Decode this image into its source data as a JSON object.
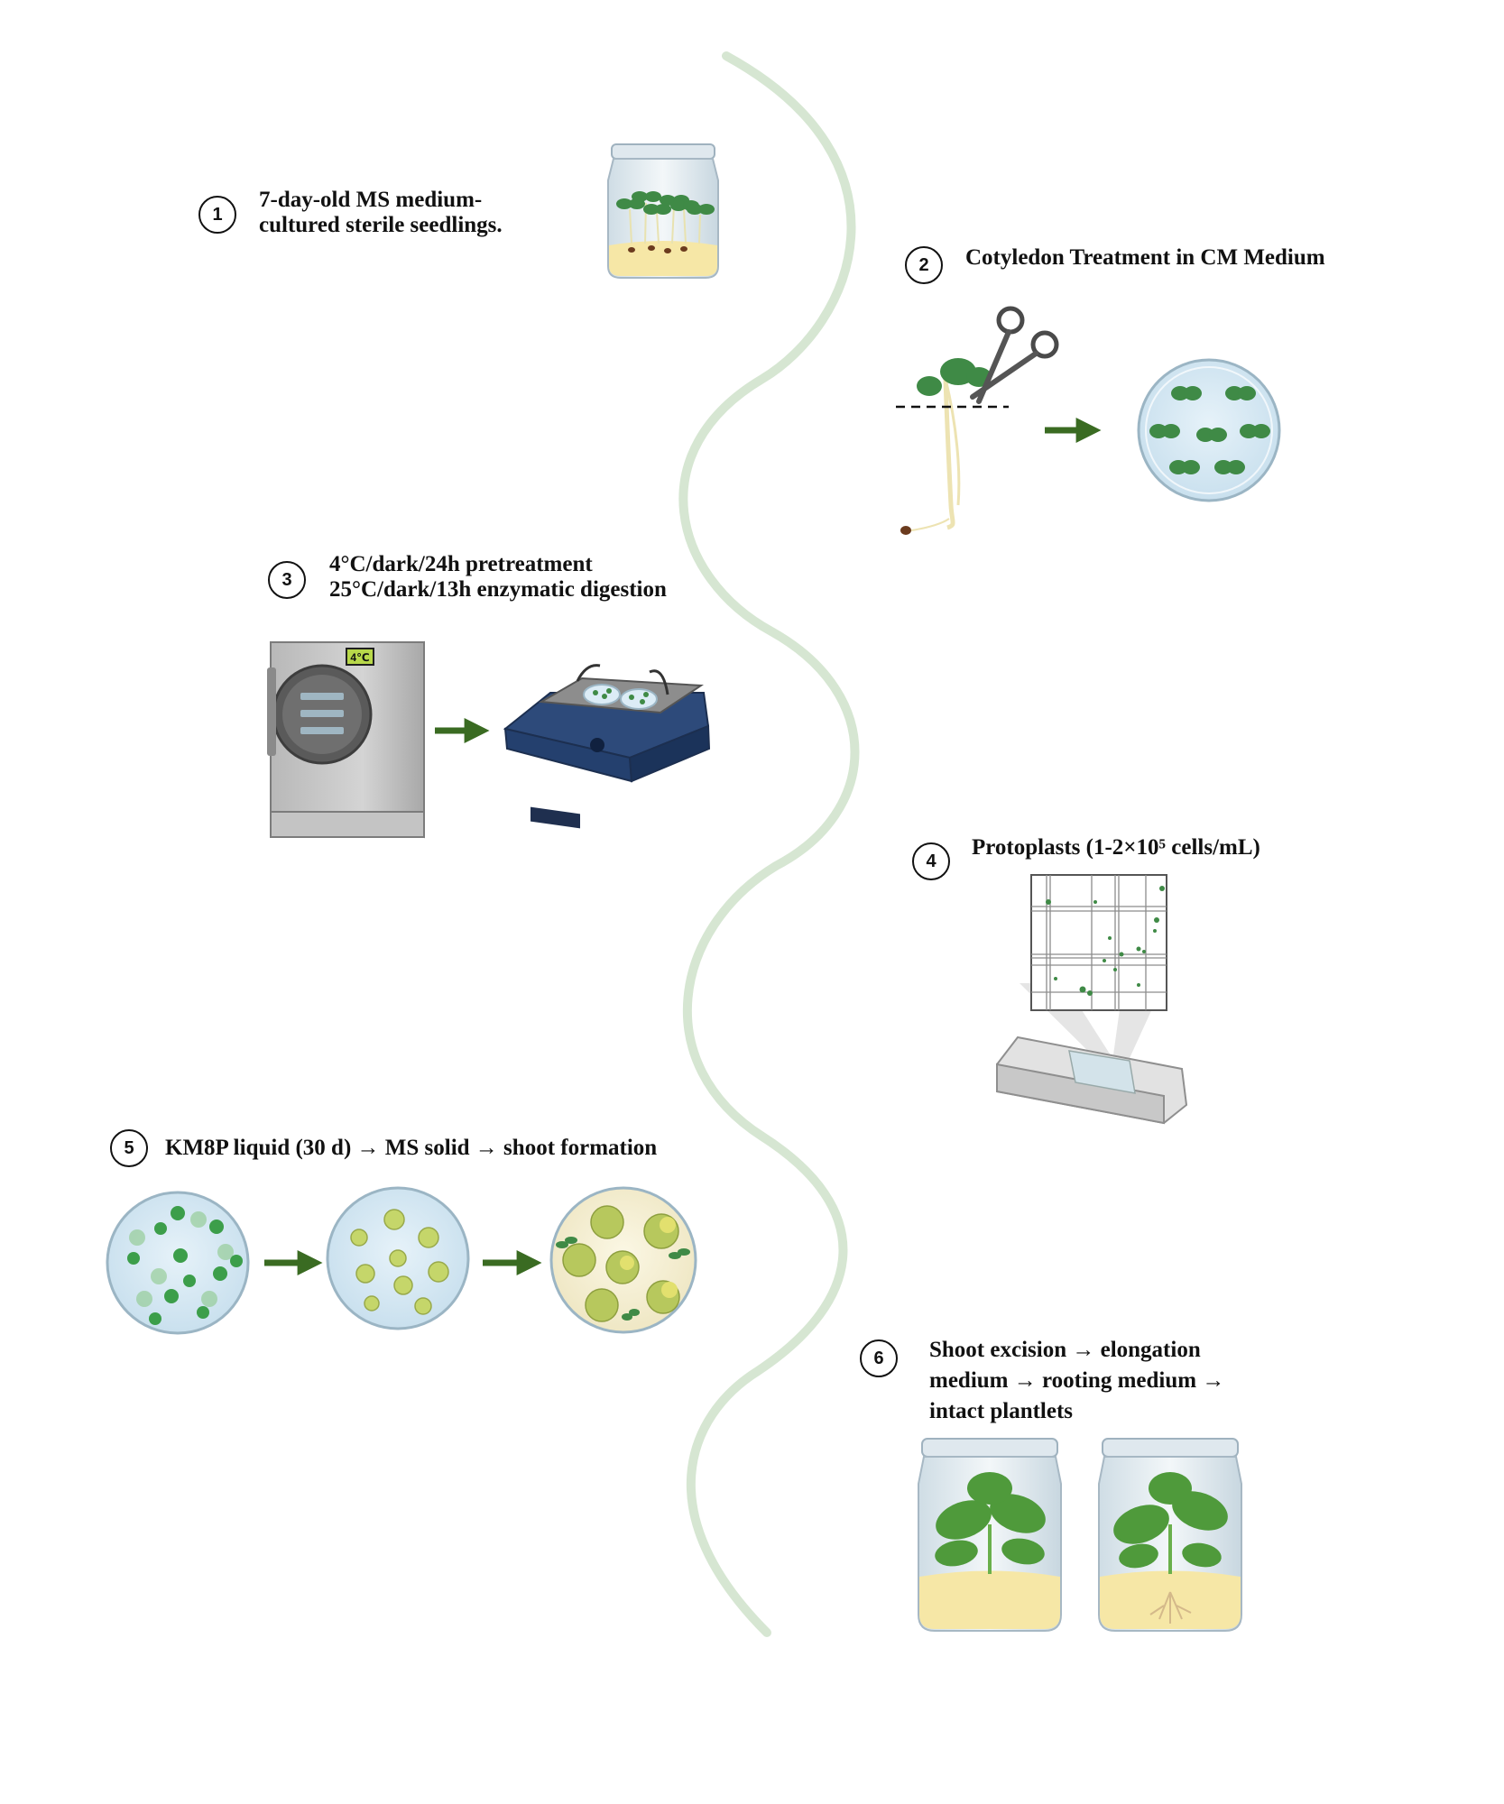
{
  "steps": [
    {
      "number": "1",
      "lines": [
        "7-day-old MS medium-",
        "cultured sterile seedlings."
      ]
    },
    {
      "number": "2",
      "lines": [
        "Cotyledon Treatment in CM Medium"
      ]
    },
    {
      "number": "3",
      "lines": [
        "4°C/dark/24h pretreatment",
        "25°C/dark/13h enzymatic digestion"
      ]
    },
    {
      "number": "4",
      "lines": [
        "Protoplasts (1-2×10⁵ cells/mL)"
      ]
    },
    {
      "number": "5",
      "lines": [
        "KM8P liquid (30 d) → MS solid → shoot formation"
      ]
    },
    {
      "number": "6",
      "lines": [
        "Shoot excision → elongation",
        "medium → rooting medium →",
        "intact plantlets"
      ]
    }
  ],
  "incubator_display": "4℃",
  "colors": {
    "wave": "#d6e6d2",
    "arrow": "#3a6b22",
    "leaf": "#3f8a46",
    "leaf_light": "#6ab04c",
    "dish": "#dcecf6",
    "medium": "#f6e7a6",
    "callus": "#c5d66a"
  }
}
